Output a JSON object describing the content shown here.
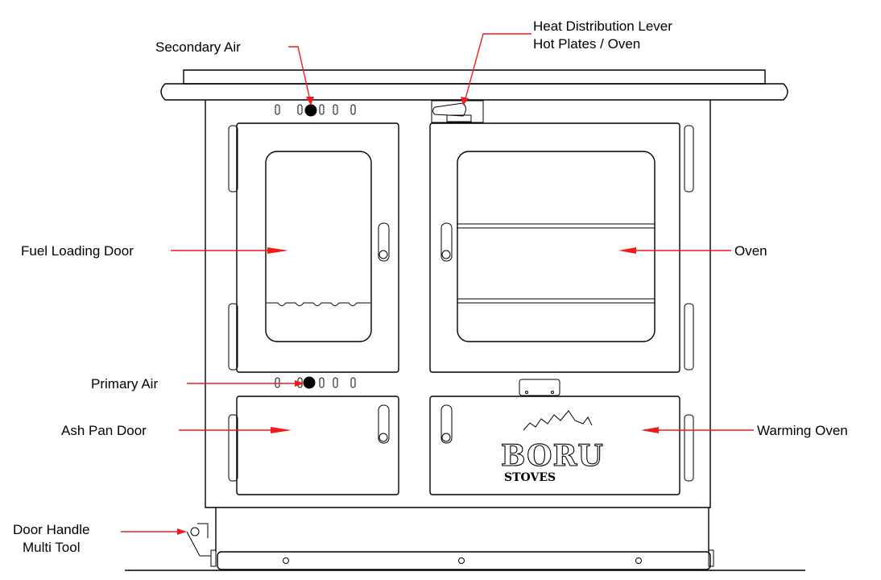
{
  "labels": {
    "secondary_air": "Secondary Air",
    "heat_lever_line1": "Heat Distribution Lever",
    "heat_lever_line2": "Hot Plates / Oven",
    "fuel_loading_door": "Fuel Loading Door",
    "oven": "Oven",
    "primary_air": "Primary Air",
    "ash_pan_door": "Ash Pan Door",
    "warming_oven": "Warming Oven",
    "door_handle_line1": "Door Handle",
    "door_handle_line2": "Multi Tool"
  },
  "logo": {
    "brand": "BORU",
    "sub": "STOVES"
  },
  "colors": {
    "annotation": "#ee1c1c",
    "drawing": "#000000",
    "background": "#ffffff"
  }
}
